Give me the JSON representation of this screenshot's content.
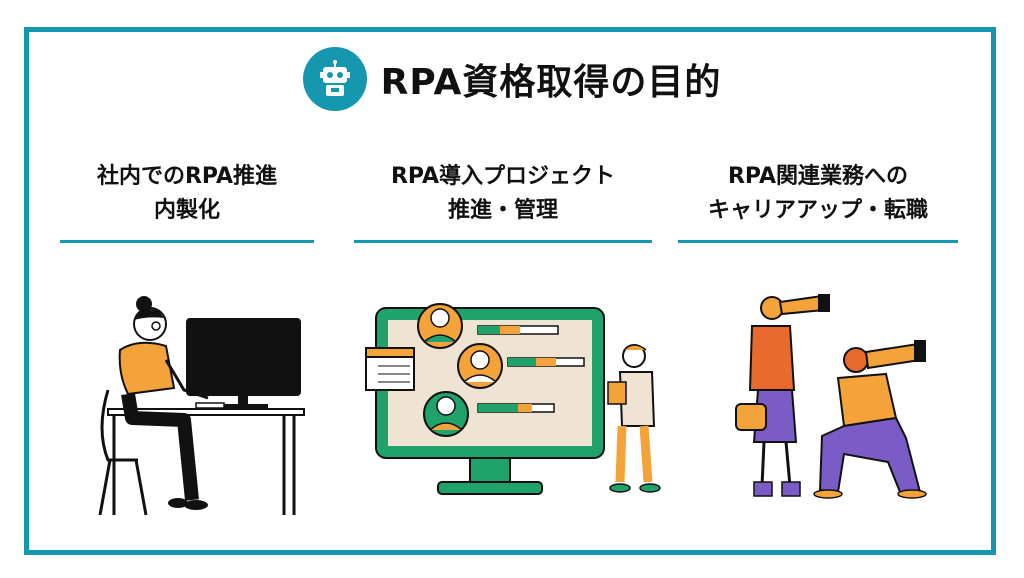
{
  "title": "RPA資格取得の目的",
  "columns": [
    {
      "line1": "社内でのRPA推進",
      "line2": "内製化"
    },
    {
      "line1": "RPA導入プロジェクト",
      "line2": "推進・管理"
    },
    {
      "line1": "RPA関連業務への",
      "line2": "キャリアアップ・転職"
    }
  ],
  "colors": {
    "frame": "#1597b0",
    "green": "#1fa36b",
    "orange": "#f3a33a",
    "purple": "#7b5cc7",
    "beige": "#efe3d3"
  },
  "icons": [
    "robot-icon",
    "person-at-computer",
    "presentation-screen",
    "calendar-icon",
    "people-with-telescopes"
  ]
}
